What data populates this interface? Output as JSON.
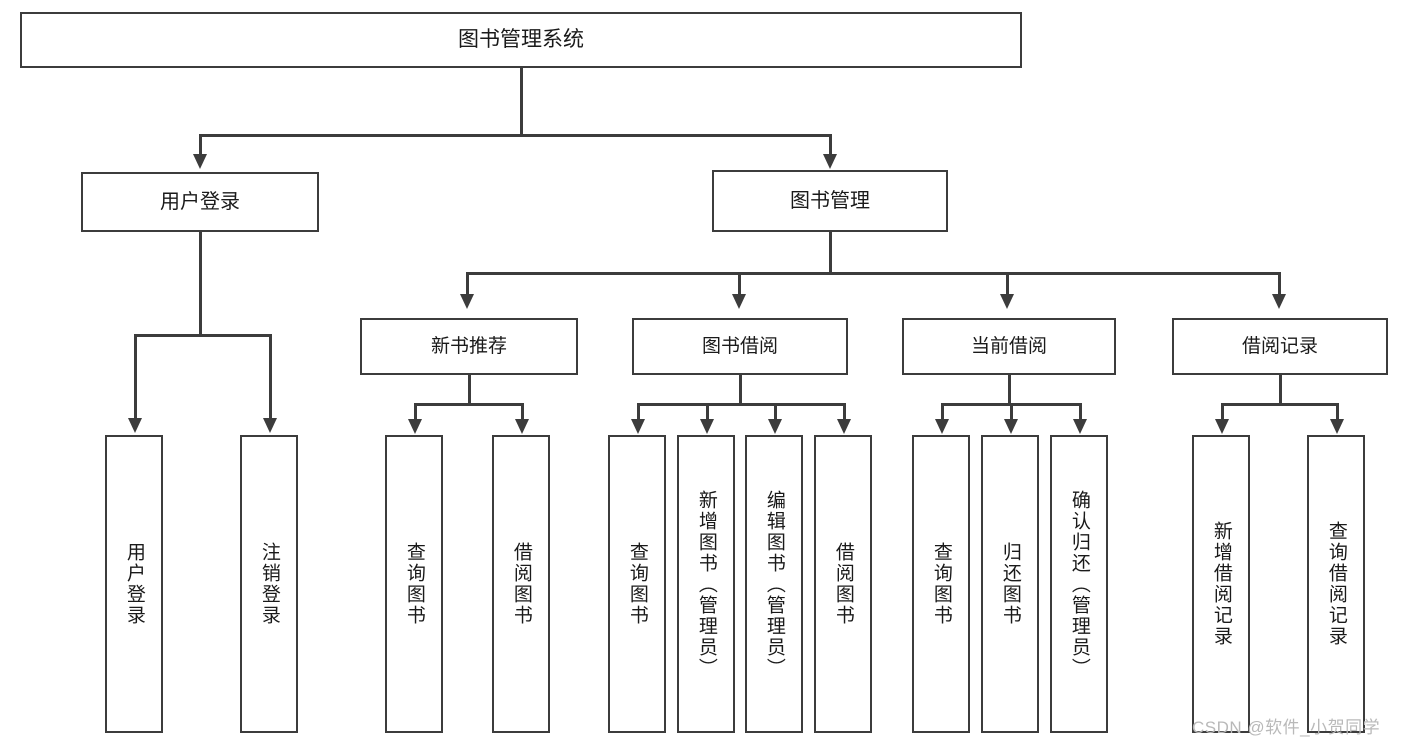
{
  "diagram": {
    "title": "图书管理系统",
    "type": "hierarchy-tree",
    "line_color": "#3c3c3c",
    "background_color": "#ffffff",
    "text_color": "#1a1a1a",
    "root": {
      "label": "图书管理系统"
    },
    "level2": [
      {
        "label": "用户登录"
      },
      {
        "label": "图书管理"
      }
    ],
    "level3": [
      {
        "label": "新书推荐"
      },
      {
        "label": "图书借阅"
      },
      {
        "label": "当前借阅"
      },
      {
        "label": "借阅记录"
      }
    ],
    "leaves": {
      "user_login": [
        {
          "label": "用户登录"
        },
        {
          "label": "注销登录"
        }
      ],
      "new_book_recommend": [
        {
          "label": "查询图书"
        },
        {
          "label": "借阅图书"
        }
      ],
      "book_borrow": [
        {
          "label": "查询图书"
        },
        {
          "label": "新增图书（管理员）"
        },
        {
          "label": "编辑图书（管理员）"
        },
        {
          "label": "借阅图书"
        }
      ],
      "current_borrow": [
        {
          "label": "查询图书"
        },
        {
          "label": "归还图书"
        },
        {
          "label": "确认归还（管理员）"
        }
      ],
      "borrow_record": [
        {
          "label": "新增借阅记录"
        },
        {
          "label": "查询借阅记录"
        }
      ]
    }
  },
  "watermark": {
    "text": "CSDN @软件_小贺同学"
  }
}
